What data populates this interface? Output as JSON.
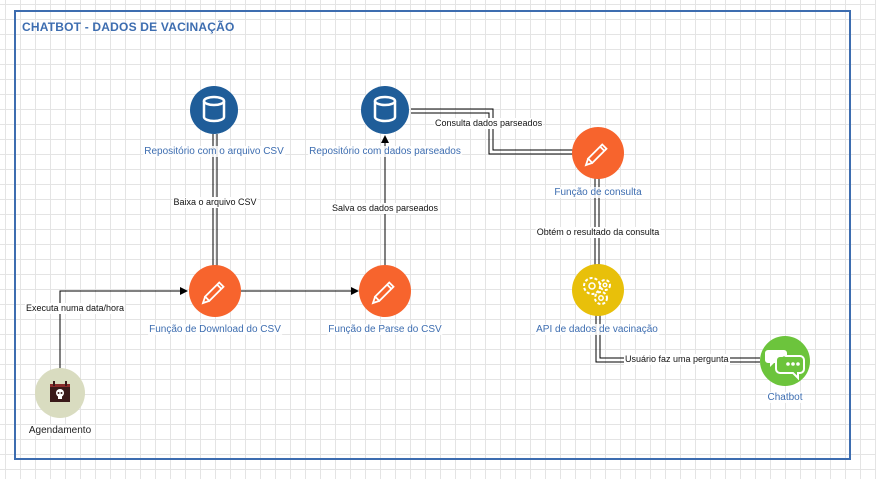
{
  "title": "CHATBOT - DADOS DE VACINAÇÃO",
  "colors": {
    "frame": "#3d6db0",
    "label_blue": "#3d6db0",
    "repo_blue": "#1f5d99",
    "function_orange": "#f7642d",
    "api_yellow": "#e8c00a",
    "chatbot_green": "#6cc43c",
    "scheduler_beige": "#d9dcc0"
  },
  "nodes": {
    "repo_csv": {
      "label": "Repositório com o arquivo CSV",
      "icon": "database-icon"
    },
    "repo_parsed": {
      "label": "Repositório com dados parseados",
      "icon": "database-icon"
    },
    "func_query": {
      "label": "Função de consulta",
      "icon": "pencil-icon"
    },
    "func_download": {
      "label": "Função de Download do CSV",
      "icon": "pencil-icon"
    },
    "func_parse": {
      "label": "Função de Parse do CSV",
      "icon": "pencil-icon"
    },
    "api": {
      "label": "API de dados de vacinação",
      "icon": "gears-icon"
    },
    "scheduler": {
      "label": "Agendamento",
      "icon": "calendar-skull-icon"
    },
    "chatbot": {
      "label": "Chatbot",
      "icon": "chat-bubble-icon"
    }
  },
  "edges": {
    "download_csv": "Baixa o arquivo CSV",
    "save_parsed": "Salva os dados parseados",
    "query_parsed": "Consulta dados parseados",
    "get_result": "Obtém o resultado da consulta",
    "run_schedule": "Executa numa data/hora",
    "user_question": "Usuário faz uma pergunta"
  }
}
